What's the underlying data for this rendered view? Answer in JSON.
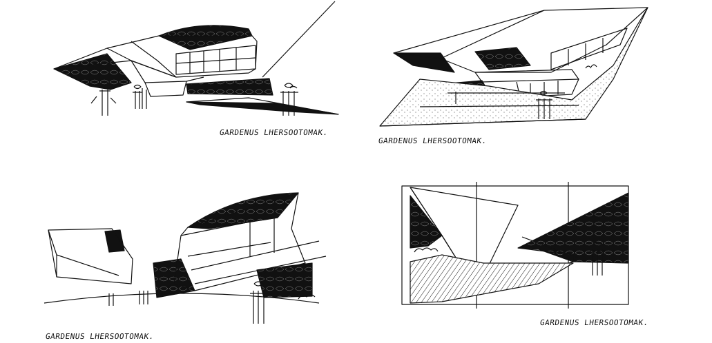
{
  "colors": {
    "ink": "#111111",
    "paper": "#ffffff"
  },
  "sketches": [
    {
      "id": 1,
      "signature": "GARDENUS LHERSOOTOMAK."
    },
    {
      "id": 2,
      "signature": "GARDENUS LHERSOOTOMAK."
    },
    {
      "id": 3,
      "signature": "GARDENUS LHERSOOTOMAK."
    },
    {
      "id": 4,
      "signature": "GARDENUS LHERSOOTOMAK."
    }
  ]
}
